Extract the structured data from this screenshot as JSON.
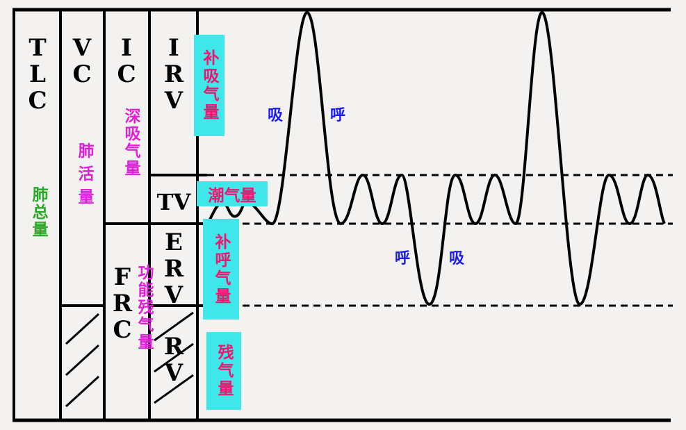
{
  "colors": {
    "green": "#27a827",
    "magenta": "#e020d8",
    "pink": "#f0146c",
    "cyan": "#3fe6ea",
    "blue": "#1a1aee"
  },
  "columns": {
    "tlc": {
      "abbr": "T\nL\nC",
      "name": "肺总量"
    },
    "vc": {
      "abbr": "V\nC",
      "name": "肺活量"
    },
    "ic": {
      "abbr": "I\nC",
      "name": "深吸气量"
    },
    "frc": {
      "abbr": "F\nR\nC",
      "name": "功能残气量"
    },
    "irv": {
      "abbr": "I\nR\nV"
    },
    "tv": {
      "abbr": "TV"
    },
    "erv": {
      "abbr": "E\nR\nV"
    },
    "rv": {
      "abbr": "R\nV"
    }
  },
  "labels": {
    "irv": "补吸气量",
    "tv": "潮气量",
    "erv": "补呼气量",
    "rv": "残气量"
  },
  "waveform": {
    "inhale": "吸",
    "exhale": "呼"
  }
}
